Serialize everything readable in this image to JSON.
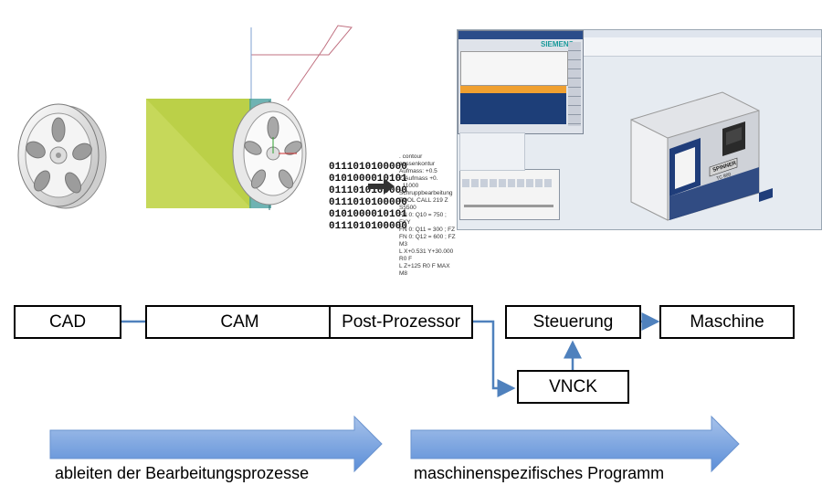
{
  "images": {
    "wheel_cad": "3d-wheel-model",
    "wheel_cam": "wheel-with-toolpath-plane",
    "binary_lines": [
      "0111010100000",
      "0101000010101",
      "0111010100000",
      "0111010100000",
      "0101000010101",
      "0111010100000"
    ],
    "gcode_lines": [
      ". contour aussenkontur",
      "Aufmass: +0.5",
      "Z-Aufmass +0.",
      ". 11000 Schruppbearbeitung",
      "TOOL CALL 219 Z S5500",
      "FN 0: Q10 = 750 ; FXY",
      "FN 0: Q11 = 300 ; FZ",
      "FN 0: Q12 = 600 ; FZ",
      "M3",
      "L X+0.531 Y+30.000 R0 F",
      "L Z+125 R0 F MAX",
      "M8"
    ],
    "control_screen_brand": "SIEMENS",
    "machine_brand": "SPINNER",
    "machine_model": "TC 800"
  },
  "diagram": {
    "nodes": {
      "cad": "CAD",
      "cam": "CAM",
      "post": "Post-Prozessor",
      "steuerung": "Steuerung",
      "maschine": "Maschine",
      "vnck": "VNCK"
    },
    "arrow_colors": {
      "line": "#4f81bd",
      "fill_top": "#a7c2ea",
      "fill_bottom": "#5b8ed8"
    },
    "bottom_labels": {
      "left": "ableiten der Bearbeitungsprozesse",
      "right": "maschinenspezifisches Programm"
    }
  }
}
